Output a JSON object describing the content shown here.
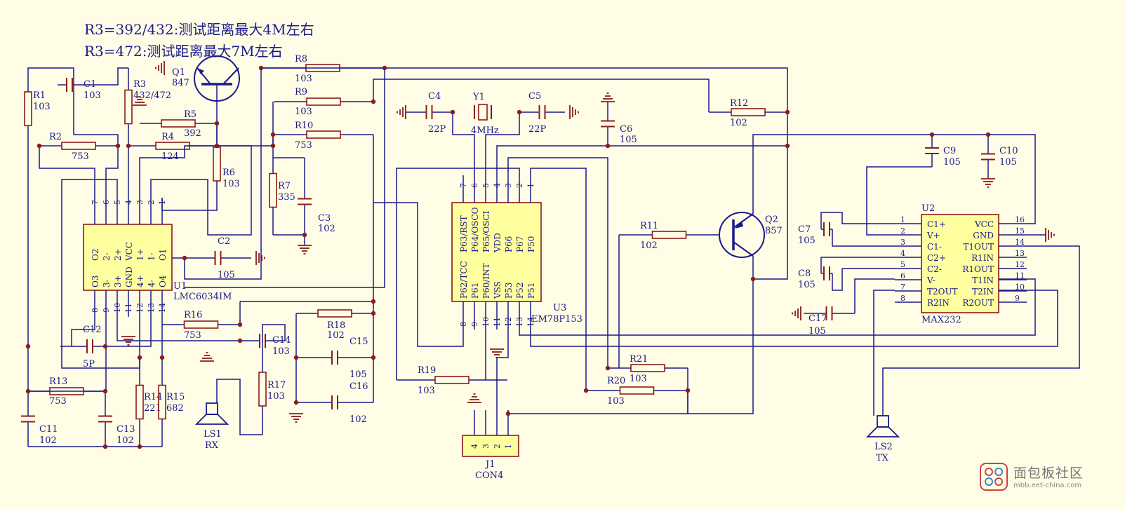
{
  "notes": [
    "R3=392/432:测试距离最大4M左右",
    "R3=472:测试距离最大7M左右"
  ],
  "resistors": [
    {
      "ref": "R1",
      "val": "103"
    },
    {
      "ref": "R2",
      "val": "753"
    },
    {
      "ref": "R3",
      "val": "432/472"
    },
    {
      "ref": "R4",
      "val": "124"
    },
    {
      "ref": "R5",
      "val": "392"
    },
    {
      "ref": "R6",
      "val": "103"
    },
    {
      "ref": "R7",
      "val": "335"
    },
    {
      "ref": "R8",
      "val": "103"
    },
    {
      "ref": "R9",
      "val": "103"
    },
    {
      "ref": "R10",
      "val": "753"
    },
    {
      "ref": "R11",
      "val": "102"
    },
    {
      "ref": "R12",
      "val": "102"
    },
    {
      "ref": "R13",
      "val": "753"
    },
    {
      "ref": "R14",
      "val": "221"
    },
    {
      "ref": "R15",
      "val": "682"
    },
    {
      "ref": "R16",
      "val": "753"
    },
    {
      "ref": "R17",
      "val": "103"
    },
    {
      "ref": "R18",
      "val": "102"
    },
    {
      "ref": "R19",
      "val": "103"
    },
    {
      "ref": "R20",
      "val": "103"
    },
    {
      "ref": "R21",
      "val": "103"
    }
  ],
  "capacitors": [
    {
      "ref": "C1",
      "val": "103"
    },
    {
      "ref": "C2",
      "val": "105"
    },
    {
      "ref": "C3",
      "val": "102"
    },
    {
      "ref": "C4",
      "val": "22P"
    },
    {
      "ref": "C5",
      "val": "22P"
    },
    {
      "ref": "C6",
      "val": "105"
    },
    {
      "ref": "C7",
      "val": "105"
    },
    {
      "ref": "C8",
      "val": "105"
    },
    {
      "ref": "C9",
      "val": "105"
    },
    {
      "ref": "C10",
      "val": "105"
    },
    {
      "ref": "C11",
      "val": "102"
    },
    {
      "ref": "C12",
      "val": "5P"
    },
    {
      "ref": "C13",
      "val": "102"
    },
    {
      "ref": "C14",
      "val": "103"
    },
    {
      "ref": "C15",
      "val": "105"
    },
    {
      "ref": "C16",
      "val": "102"
    },
    {
      "ref": "C17",
      "val": "105"
    }
  ],
  "transistors": [
    {
      "ref": "Q1",
      "val": "847"
    },
    {
      "ref": "Q2",
      "val": "857"
    }
  ],
  "crystal": {
    "ref": "Y1",
    "val": "4MHz"
  },
  "u1": {
    "ref": "U1",
    "part": "LMC6034IM",
    "top_pins": [
      "7",
      "6",
      "5",
      "4",
      "3",
      "2",
      "1"
    ],
    "top_names": [
      "O2",
      "2-",
      "2+",
      "VCC",
      "1+",
      "1-",
      "O1"
    ],
    "bot_pins": [
      "8",
      "9",
      "10",
      "11",
      "12",
      "13",
      "14"
    ],
    "bot_names": [
      "O3",
      "3-",
      "3+",
      "GND",
      "4+",
      "4-",
      "O4"
    ]
  },
  "u3": {
    "ref": "U3",
    "part": "EM78P153",
    "top_pins": [
      "7",
      "6",
      "5",
      "4",
      "3",
      "2",
      "1"
    ],
    "top_names": [
      "P63/RST",
      "P64/OSCO",
      "P65/OSCI",
      "VDD",
      "P66",
      "P67",
      "P50"
    ],
    "bot_pins": [
      "8",
      "9",
      "10",
      "11",
      "12",
      "13",
      "14"
    ],
    "bot_names": [
      "P62/TCC",
      "P61",
      "P60/INT",
      "VSS",
      "P53",
      "P52",
      "P51"
    ]
  },
  "u2": {
    "ref": "U2",
    "part": "MAX232",
    "left_pins": [
      "1",
      "2",
      "3",
      "4",
      "5",
      "6",
      "7",
      "8"
    ],
    "left_names": [
      "C1+",
      "V+",
      "C1-",
      "C2+",
      "C2-",
      "V-",
      "T2OUT",
      "R2IN"
    ],
    "right_pins": [
      "16",
      "15",
      "14",
      "13",
      "12",
      "11",
      "10",
      "9"
    ],
    "right_names": [
      "VCC",
      "GND",
      "T1OUT",
      "R1IN",
      "R1OUT",
      "T1IN",
      "T2IN",
      "R2OUT"
    ]
  },
  "j1": {
    "ref": "J1",
    "part": "CON4",
    "pins": [
      "4",
      "3",
      "2",
      "1"
    ]
  },
  "speakers": [
    {
      "ref": "LS1",
      "label": "RX"
    },
    {
      "ref": "LS2",
      "label": "TX"
    }
  ],
  "watermark": {
    "text": "面包板社区",
    "url": "mbb.eet-china.com"
  },
  "colors": {
    "wire": "#1a1a8c",
    "part": "#8b1c1c",
    "ic_fill": "#ffffa0",
    "text": "#1a1a8c",
    "junction": "#8b1c1c",
    "ground": "#8b1c1c"
  }
}
